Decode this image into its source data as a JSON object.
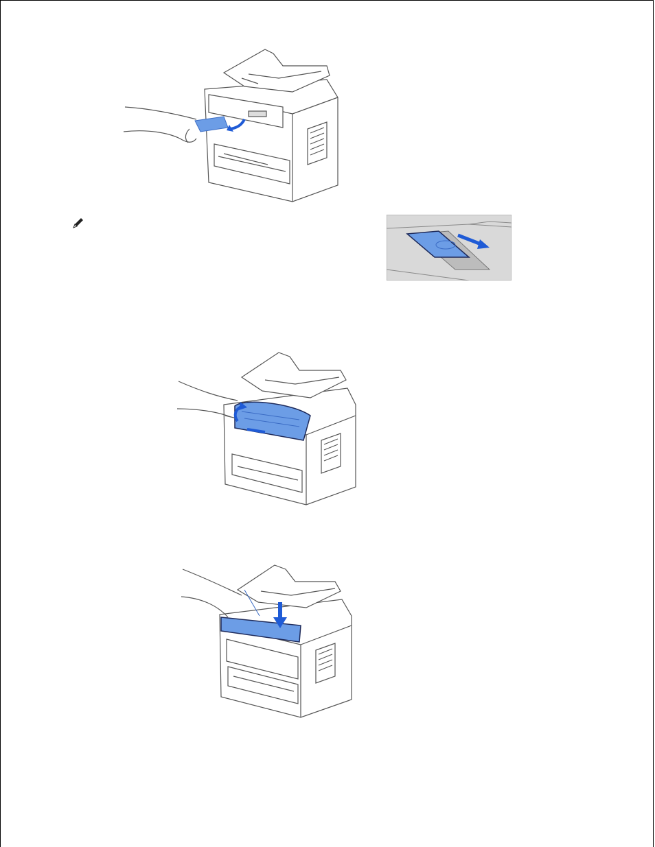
{
  "page": {
    "figures": [
      {
        "name": "printer-remove-paper-front",
        "description_visible": false
      },
      {
        "name": "paper-path-detail",
        "description_visible": false
      },
      {
        "name": "printer-lift-toner-cover",
        "description_visible": false
      },
      {
        "name": "printer-close-toner-cover",
        "description_visible": false
      }
    ],
    "note_icon": "note-pencil-icon",
    "colors": {
      "accent_blue": "#5b8fe0",
      "arrow_blue": "#1f5bd6",
      "line": "#555555"
    }
  }
}
